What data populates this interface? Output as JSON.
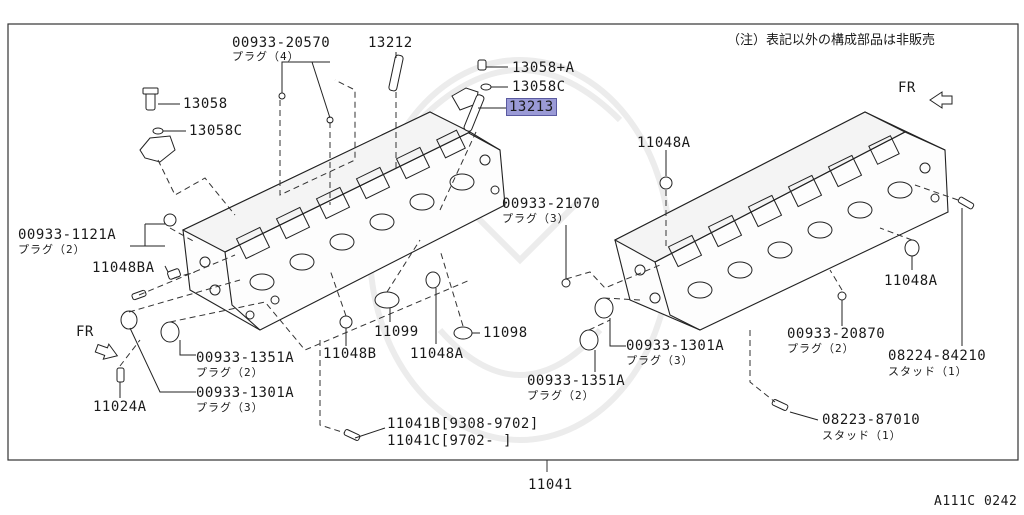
{
  "note": "（注）表記以外の構成部品は非販売",
  "fr_label": "FR",
  "assembly_number": "11041",
  "diagram_code": "A111C 0242",
  "parts": {
    "p0093320570": {
      "number": "00933-20570",
      "desc": "プラグ（4）"
    },
    "p13212": {
      "number": "13212"
    },
    "p13058A": {
      "number": "13058+A"
    },
    "p13058C_top": {
      "number": "13058C"
    },
    "p13213": {
      "number": "13213"
    },
    "p13058": {
      "number": "13058"
    },
    "p13058C": {
      "number": "13058C"
    },
    "p11048A_top": {
      "number": "11048A"
    },
    "p0093321070": {
      "number": "00933-21070",
      "desc": "プラグ（3）"
    },
    "p009331121A": {
      "number": "00933-1121A",
      "desc": "プラグ（2）"
    },
    "p11048BA": {
      "number": "11048BA"
    },
    "p11048A_right": {
      "number": "11048A"
    },
    "p11099": {
      "number": "11099"
    },
    "p11098": {
      "number": "11098"
    },
    "p11048B": {
      "number": "11048B"
    },
    "p11048A_mid": {
      "number": "11048A"
    },
    "p009331351A_l": {
      "number": "00933-1351A",
      "desc": "プラグ（2）"
    },
    "p009331301A_r": {
      "number": "00933-1301A",
      "desc": "プラグ（3）"
    },
    "p0093320870": {
      "number": "00933-20870",
      "desc": "プラグ（2）"
    },
    "p0822484210": {
      "number": "08224-84210",
      "desc": "スタッド（1）"
    },
    "p009331351A_r": {
      "number": "00933-1351A",
      "desc": "プラグ（2）"
    },
    "p11024A": {
      "number": "11024A"
    },
    "p009331301A_l": {
      "number": "00933-1301A",
      "desc": "プラグ（3）"
    },
    "p11041B": {
      "number": "11041B[9308-9702]"
    },
    "p11041C": {
      "number": "11041C[9702-        ]"
    },
    "p0822387010": {
      "number": "08223-87010",
      "desc": "スタッド（1）"
    }
  }
}
